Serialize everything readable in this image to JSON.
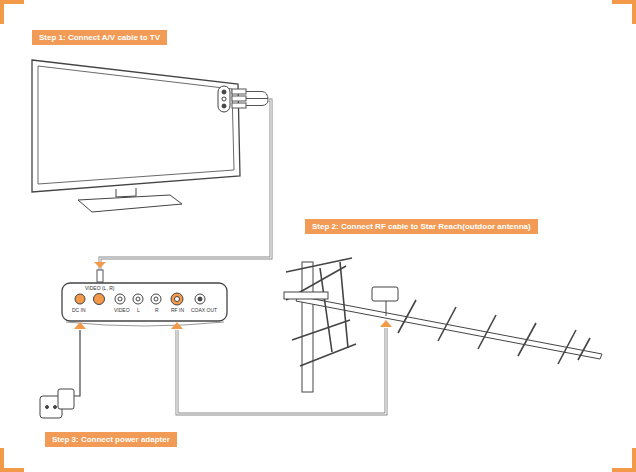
{
  "diagram": {
    "nodes": [
      {
        "text": [
          "Step 1: Connect A/V cable to TV"
        ]
      },
      {
        "text": [
          "Step 2: Connect RF cable to Star Reach(outdoor antenna)"
        ]
      },
      {
        "text": [
          "Step 3: Connect power adapter"
        ]
      }
    ],
    "labels": [
      "VIDEO (L, R)",
      "DC IN",
      "VIDEO",
      "L",
      "R",
      "RF IN",
      "COAX OUT"
    ]
  }
}
